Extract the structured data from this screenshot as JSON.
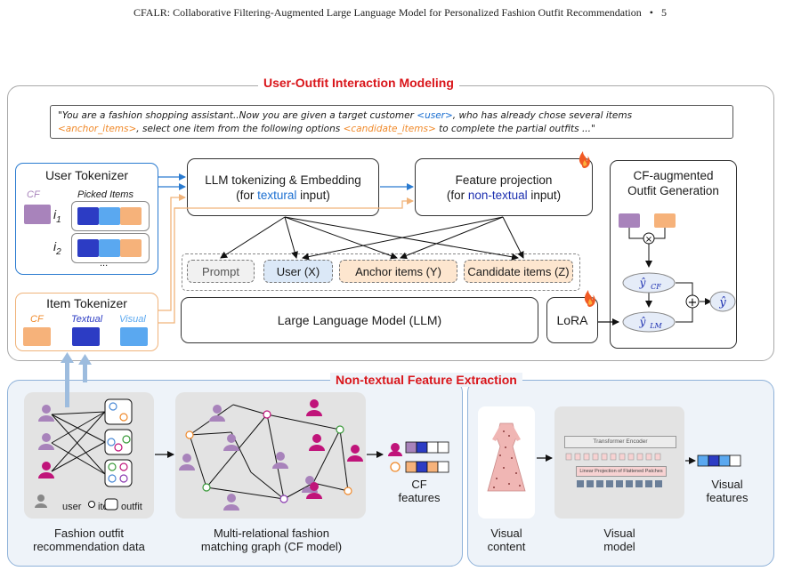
{
  "header": {
    "title": "CFALR: Collaborative Filtering-Augmented Large Language Model for Personalized Fashion Outfit Recommendation",
    "separator": "•",
    "page": "5"
  },
  "top_section": {
    "title": "User-Outfit Interaction Modeling",
    "prompt_line1_a": "\"You are a fashion shopping assistant..Now you are given a target customer ",
    "prompt_user": "<user>",
    "prompt_line1_b": ", who has already chose several items",
    "prompt_anchor": "<anchor_items>",
    "prompt_line2_a": ", select one item from the following options ",
    "prompt_candidate": "<candidate_items>",
    "prompt_line2_b": " to complete the partial outfits ...\""
  },
  "user_tokenizer": {
    "title": "User Tokenizer",
    "cf_label": "CF",
    "picked_label": "Picked Items",
    "row1_label": "i",
    "row1_sub": "1",
    "row2_label": "i",
    "row2_sub": "2",
    "ellipsis": "..."
  },
  "item_tokenizer": {
    "title": "Item Tokenizer",
    "cf": "CF",
    "textual": "Textual",
    "visual": "Visual"
  },
  "llm_embed": {
    "line1": "LLM tokenizing & Embedding",
    "line2_a": "(for ",
    "line2_kw": "textural",
    "line2_b": " input)"
  },
  "feature_proj": {
    "line1": "Feature projection",
    "line2_a": "(for ",
    "line2_kw": "non-textual",
    "line2_b": " input)"
  },
  "tokens": {
    "prompt": "Prompt",
    "user": "User (X)",
    "anchor": "Anchor items (Y)",
    "candidate": "Candidate items (Z)"
  },
  "llm": "Large Language Model (LLM)",
  "lora": "LoRA",
  "cf_gen": {
    "title_line1": "CF-augmented",
    "title_line2": "Outfit Generation",
    "times": "×",
    "plus": "+",
    "y_cf": "ŷ",
    "y_cf_sub": "CF",
    "y_lm": "ŷ",
    "y_lm_sub": "LM",
    "y_hat": "ŷ"
  },
  "bottom_section": {
    "title": "Non-textual Feature Extraction",
    "legend_user": "user",
    "legend_item": "item",
    "legend_outfit": "outfit",
    "data_label_1": "Fashion outfit",
    "data_label_2": "recommendation data",
    "graph_label_1": "Multi-relational fashion",
    "graph_label_2": "matching graph (CF model)",
    "cf_features_1": "CF",
    "cf_features_2": "features",
    "visual_content_1": "Visual",
    "visual_content_2": "content",
    "visual_model_1": "Visual",
    "visual_model_2": "model",
    "visual_features_1": "Visual",
    "visual_features_2": "features",
    "transformer": "Transformer Encoder",
    "linear_proj": "Linear Projection of Flattened Patches"
  },
  "colors": {
    "title_red": "#d9151a",
    "cf_purple": "#a883bb",
    "cf_pink": "#c0147a",
    "textual_blue": "#2c3cc4",
    "visual_lightblue": "#5aa8f0",
    "anchor_orange": "#f6b27a",
    "user_blue_border": "#2a7bd0",
    "item_orange_border": "#f0b37a"
  }
}
